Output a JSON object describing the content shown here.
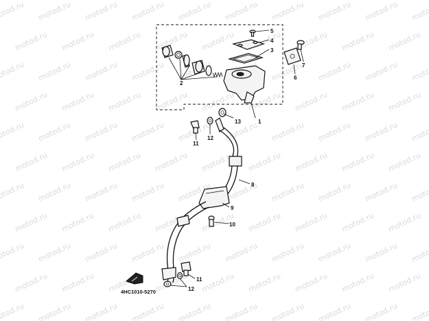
{
  "diagram": {
    "watermark_text": "motod.ru",
    "drawing_code": "4HC1010-5270",
    "callouts": {
      "c1": "1",
      "c2": "2",
      "c3": "3",
      "c4": "4",
      "c5": "5",
      "c6": "6",
      "c7": "7",
      "c8": "8",
      "c9": "9",
      "c10": "10",
      "c11a": "11",
      "c11b": "11",
      "c12a": "12",
      "c12b": "12",
      "c13": "13"
    }
  }
}
